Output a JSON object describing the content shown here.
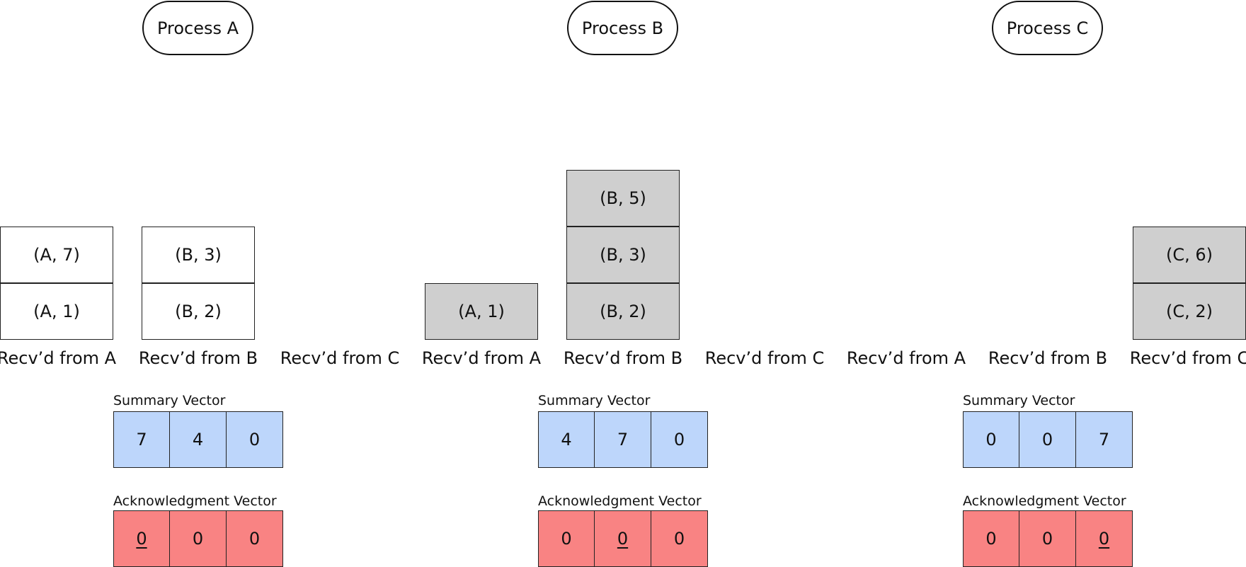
{
  "processes": [
    {
      "name": "Process A",
      "recv_labels": [
        "Recv’d from A",
        "Recv’d from B",
        "Recv’d from C"
      ],
      "stacks": [
        [
          "(A, 7)",
          "(A, 1)"
        ],
        [
          "(B, 3)",
          "(B, 2)"
        ],
        []
      ],
      "stack_style": "white",
      "summary_label": "Summary Vector",
      "summary": [
        "7",
        "4",
        "0"
      ],
      "ack_label": "Acknowledgment Vector",
      "ack": [
        "0",
        "0",
        "0"
      ],
      "ack_underlined_index": 0
    },
    {
      "name": "Process B",
      "recv_labels": [
        "Recv’d from A",
        "Recv’d from B",
        "Recv’d from C"
      ],
      "stacks": [
        [
          "(A, 1)"
        ],
        [
          "(B, 5)",
          "(B, 3)",
          "(B, 2)"
        ],
        []
      ],
      "stack_style": "gray",
      "summary_label": "Summary Vector",
      "summary": [
        "4",
        "7",
        "0"
      ],
      "ack_label": "Acknowledgment Vector",
      "ack": [
        "0",
        "0",
        "0"
      ],
      "ack_underlined_index": 1
    },
    {
      "name": "Process C",
      "recv_labels": [
        "Recv’d from A",
        "Recv’d from B",
        "Recv’d from C"
      ],
      "stacks": [
        [],
        [],
        [
          "(C, 6)",
          "(C, 2)"
        ]
      ],
      "stack_style": "gray",
      "summary_label": "Summary Vector",
      "summary": [
        "0",
        "0",
        "7"
      ],
      "ack_label": "Acknowledgment Vector",
      "ack": [
        "0",
        "0",
        "0"
      ],
      "ack_underlined_index": 2
    }
  ],
  "colors": {
    "summary_fill": "#bdd6fb",
    "ack_fill": "#f98383",
    "delivered_fill": "#ffffff",
    "pending_fill": "#cfcfcf"
  }
}
